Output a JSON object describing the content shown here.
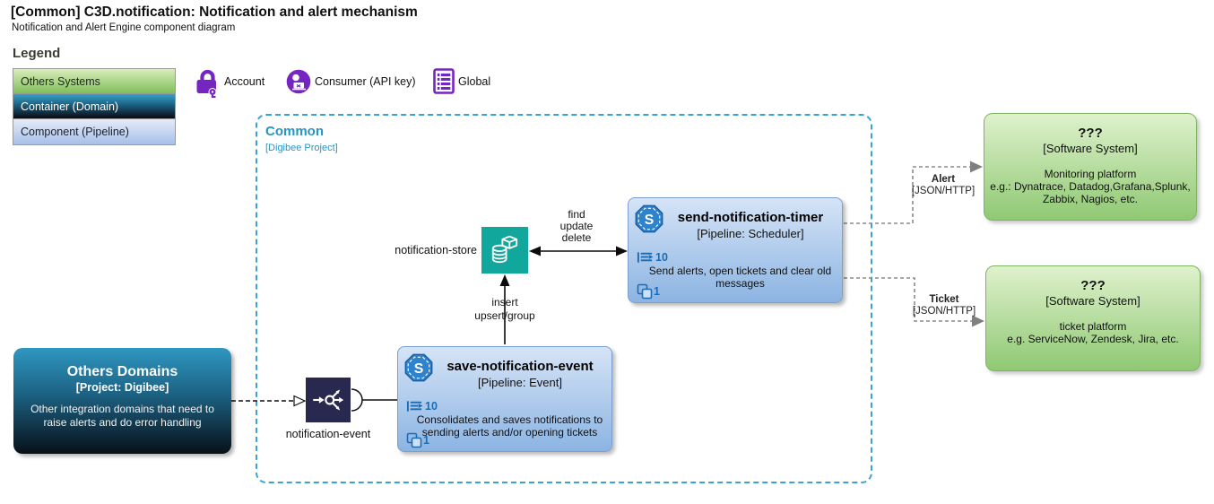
{
  "header": {
    "title": "[Common] C3D.notification: Notification and alert mechanism",
    "subtitle": "Notification and Alert Engine component diagram"
  },
  "legend": {
    "heading": "Legend",
    "items": [
      {
        "label": "Others Systems"
      },
      {
        "label": "Container (Domain)"
      },
      {
        "label": "Component (Pipeline)"
      }
    ],
    "icon_items": [
      {
        "icon": "account-lock-icon",
        "label": "Account"
      },
      {
        "icon": "consumer-api-key-icon",
        "label": "Consumer (API key)"
      },
      {
        "icon": "global-icon",
        "label": "Global"
      }
    ]
  },
  "boundary": {
    "title": "Common",
    "subtitle": "[Digibee Project]"
  },
  "nodes": {
    "others_domains": {
      "title": "Others Domains",
      "subtitle": "[Project: Digibee]",
      "description": "Other integration domains that need to raise alerts and do error handling"
    },
    "notification_event": {
      "label": "notification-event",
      "icon": "message-fork-icon"
    },
    "notification_store": {
      "label": "notification-store",
      "icon": "database-icon"
    },
    "save_notification_event": {
      "badge": "S",
      "title": "save-notification-event",
      "subtitle": "[Pipeline: Event]",
      "steps": "10",
      "description": "Consolidates and saves notifications to sending alerts and/or opening tickets",
      "replicas": "1"
    },
    "send_notification_timer": {
      "badge": "S",
      "title": "send-notification-timer",
      "subtitle": "[Pipeline: Scheduler]",
      "steps": "10",
      "description": "Send alerts, open tickets and clear old messages",
      "replicas": "1"
    },
    "monitoring_platform": {
      "title": "???",
      "subtitle": "[Software System]",
      "desc1": "Monitoring platform",
      "desc2": "e.g.: Dynatrace, Datadog,Grafana,Splunk, Zabbix, Nagios, etc."
    },
    "ticket_platform": {
      "title": "???",
      "subtitle": "[Software System]",
      "desc1": "ticket platform",
      "desc2": "e.g. ServiceNow, Zendesk, Jira, etc."
    }
  },
  "edges": {
    "store_timer_ops": {
      "l1": "find",
      "l2": "update",
      "l3": "delete"
    },
    "save_store_ops": {
      "l1": "insert",
      "l2": "upsert/group"
    },
    "alert": {
      "name": "Alert",
      "protocol": "[JSON/HTTP]"
    },
    "ticket": {
      "name": "Ticket",
      "protocol": "[JSON/HTTP]"
    }
  },
  "colors": {
    "accent_purple": "#7526c1",
    "store_teal": "#11a79d",
    "event_navy": "#29284e",
    "boundary_blue": "#2795c4",
    "pipeline_border": "#7d9fcd",
    "system_green_border": "#7fb362",
    "count_blue": "#1b6bb5",
    "connector_gray": "#8a8a8a"
  }
}
